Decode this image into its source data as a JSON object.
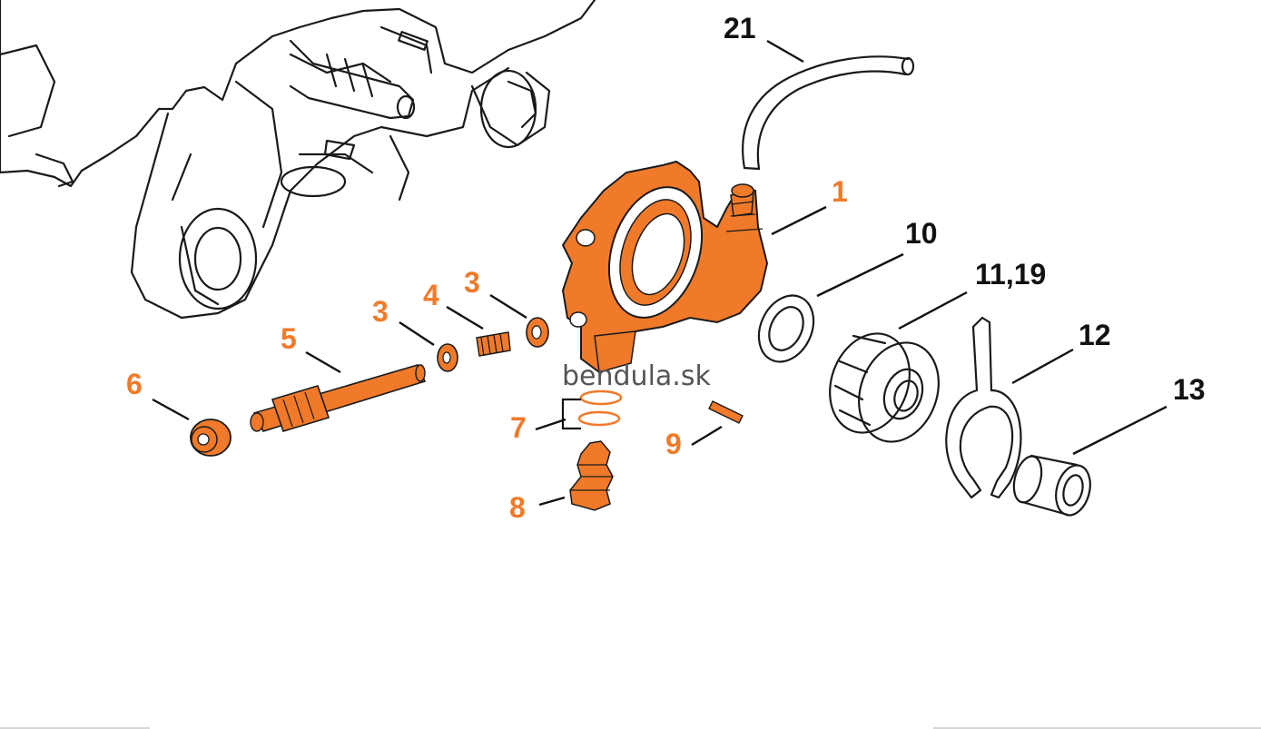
{
  "colors": {
    "highlight": "#f07a2a",
    "label_orange": "#f07a2a",
    "label_black": "#111111",
    "line": "#1a1a1a",
    "watermark": "#555555"
  },
  "watermark": "bendula.sk",
  "callouts": {
    "c21": "21",
    "c1": "1",
    "c10": "10",
    "c11_19": "11,19",
    "c12": "12",
    "c13": "13",
    "c3a": "3",
    "c3b": "3",
    "c4": "4",
    "c5": "5",
    "c6": "6",
    "c7": "7",
    "c8": "8",
    "c9": "9"
  }
}
